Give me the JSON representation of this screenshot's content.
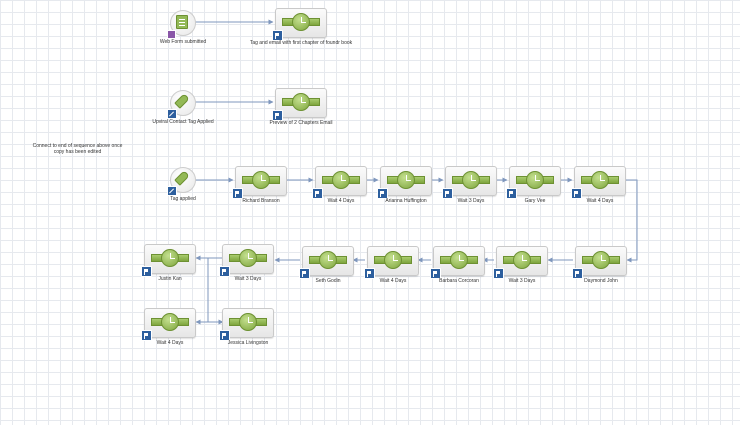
{
  "note": {
    "text": "Connect to end of sequence above once copy has been edited"
  },
  "triggers": {
    "web_form": {
      "label": "Web Form submitted"
    },
    "upviral_tag": {
      "label": "Upviral Contact Tag Applied"
    },
    "tag_applied": {
      "label": "Tag applied"
    }
  },
  "steps": {
    "tag_email_first_chapter": {
      "label": "Tag and email with first chapter of foundr book"
    },
    "preview_email": {
      "label": "Preview of 2 Chapters Email"
    },
    "richard_branson": {
      "label": "Richard Branson"
    },
    "wait_4_days_1": {
      "label": "Wait 4 Days"
    },
    "arianna_huffington": {
      "label": "Arianna Huffington"
    },
    "wait_3_days_1": {
      "label": "Wait 3 Days"
    },
    "gary_vee": {
      "label": "Gary Vee"
    },
    "wait_4_days_2": {
      "label": "Wait 4 Days"
    },
    "daymond_john": {
      "label": "Daymond John"
    },
    "wait_3_days_2": {
      "label": "Wait 3 Days"
    },
    "barbara_corcoran": {
      "label": "Barbara Corcoran"
    },
    "wait_4_days_3": {
      "label": "Wait 4 Days"
    },
    "seth_godin": {
      "label": "Seth Godin"
    },
    "wait_3_days_3": {
      "label": "Wait 3 Days"
    },
    "justin_kan": {
      "label": "Justin Kan"
    },
    "wait_4_days_4": {
      "label": "Wait 4 Days"
    },
    "jessica_livingston": {
      "label": "Jessica Livingston"
    }
  },
  "colors": {
    "connector": "#7f97bd",
    "step_green": "#93b956",
    "badge_blue": "#2d5f9e",
    "form_badge_purple": "#8a57a8",
    "label_text": "#333333"
  }
}
